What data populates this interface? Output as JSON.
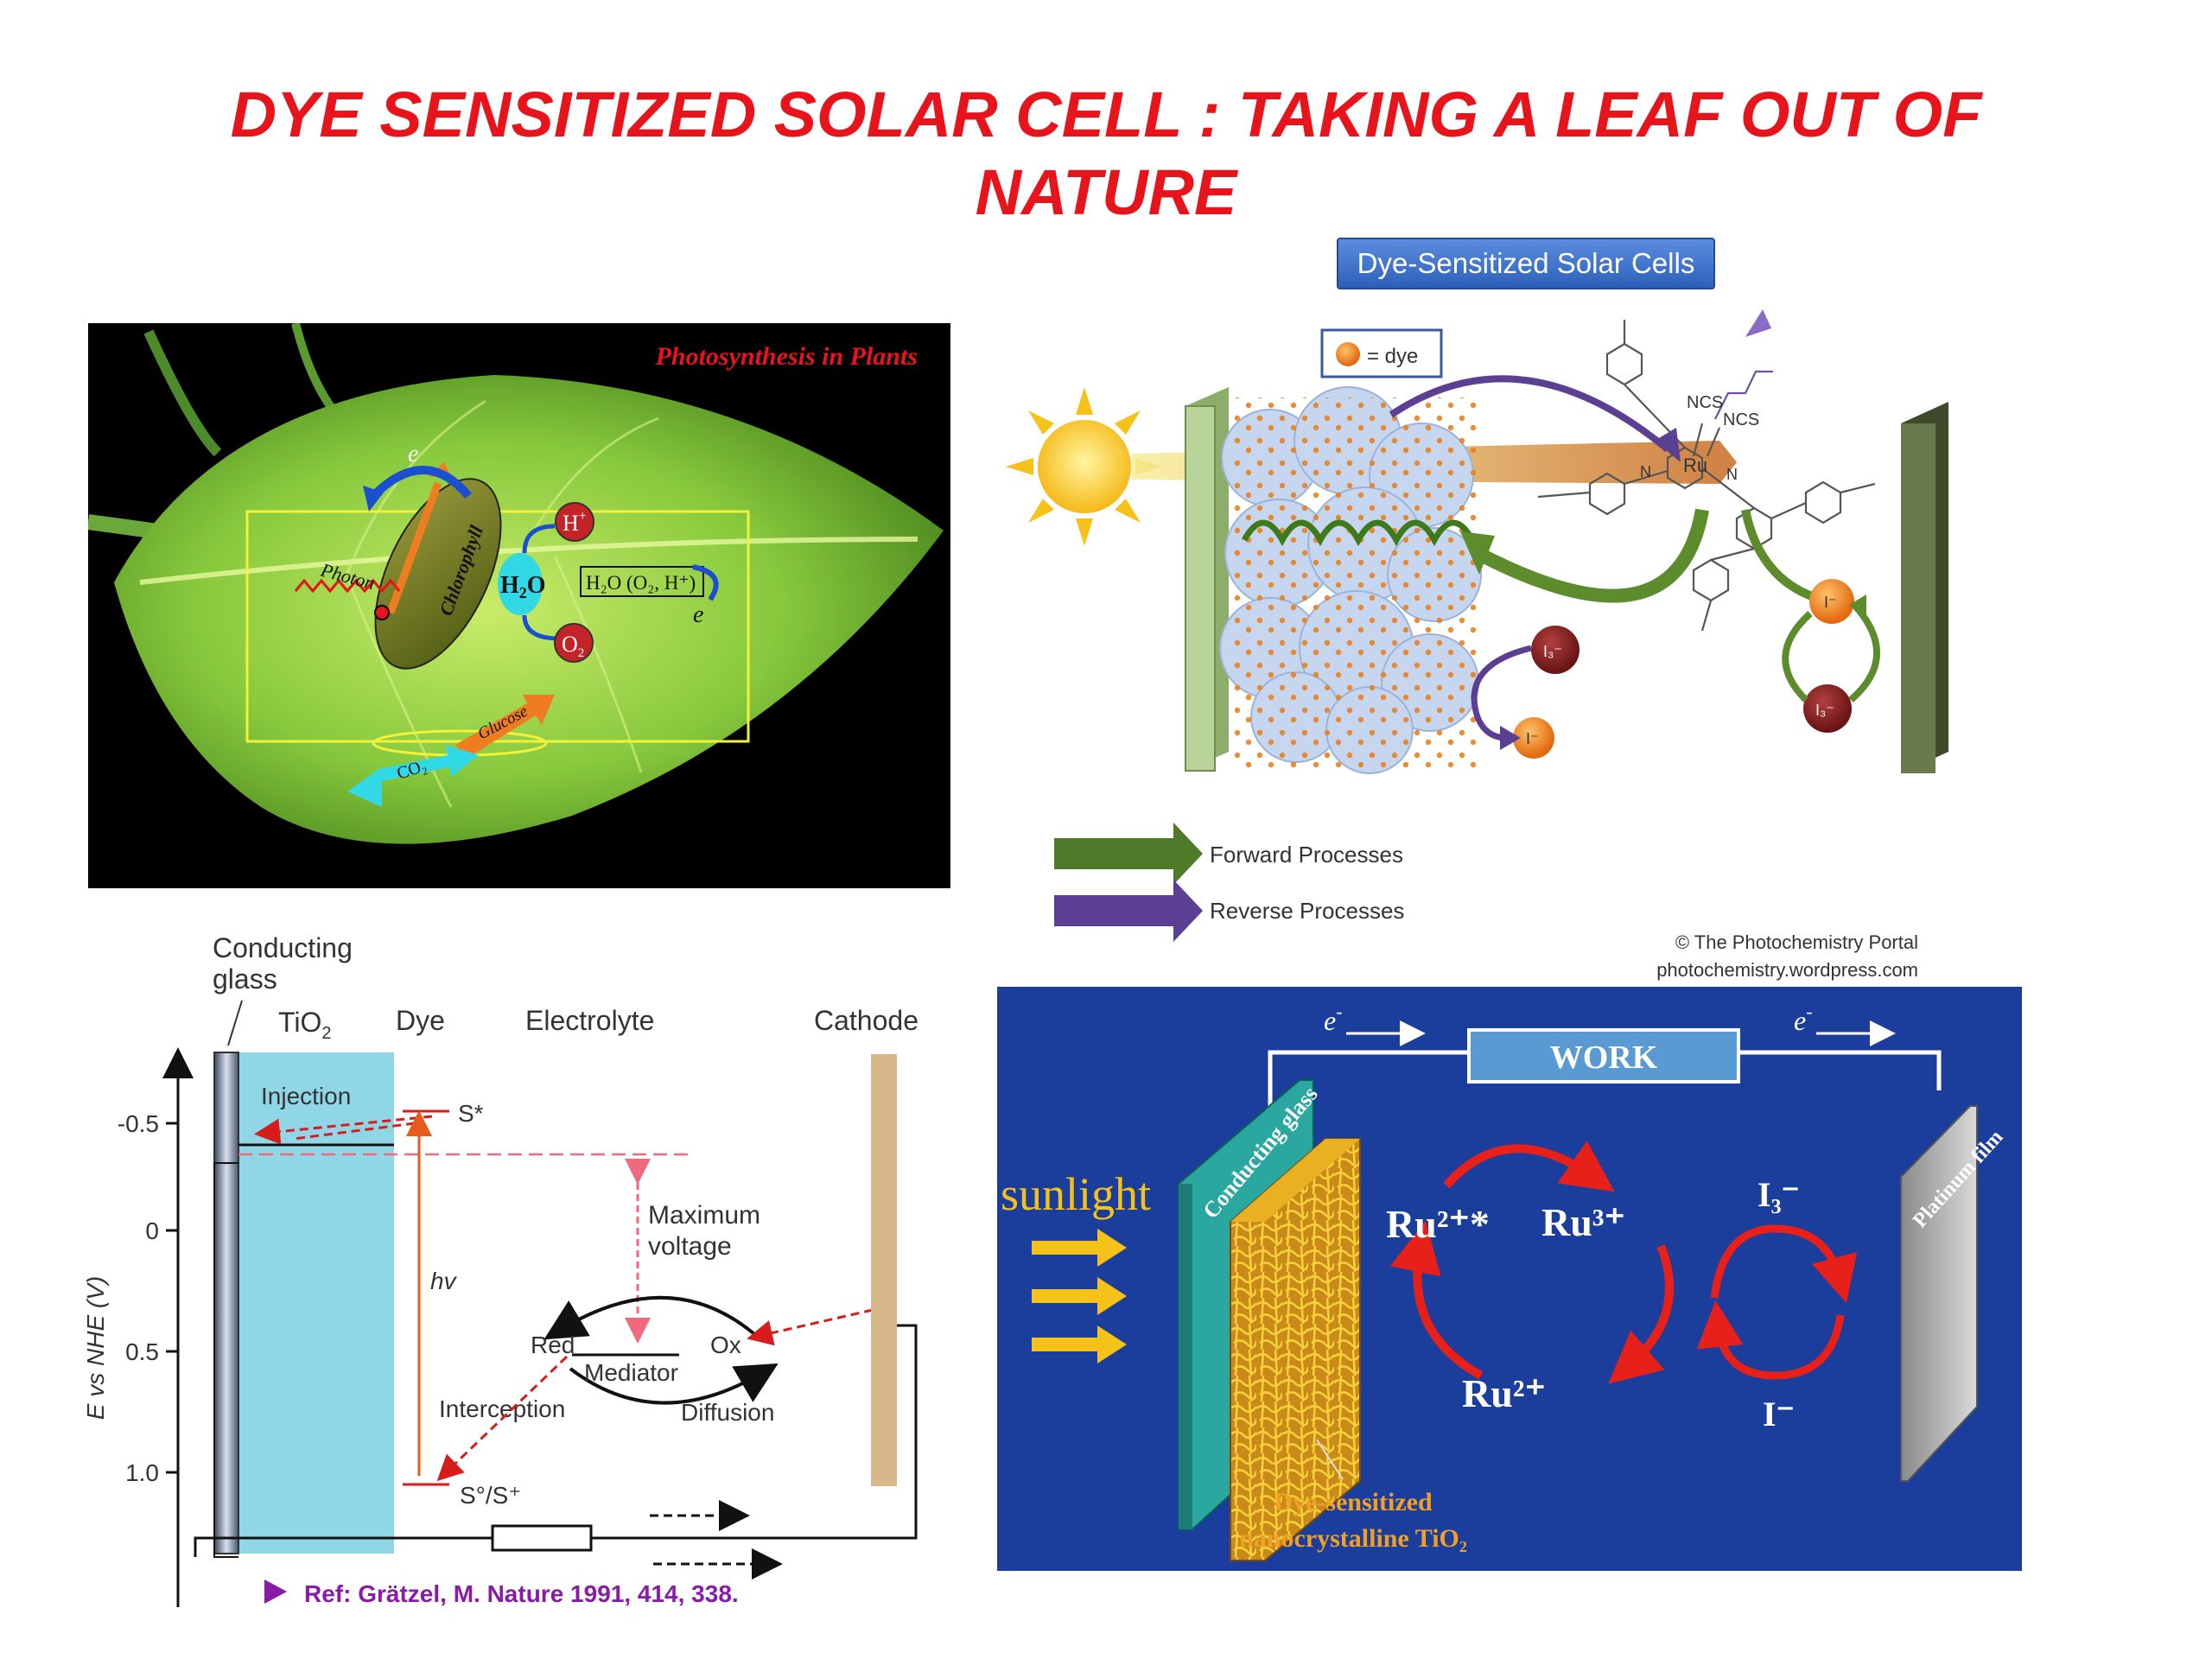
{
  "slide": {
    "title": "DYE SENSITIZED SOLAR CELL : TAKING A LEAF OUT OF NATURE"
  },
  "leaf_panel": {
    "title": "Photosynthesis in Plants",
    "electron_top": "e",
    "photon": "Photon",
    "chlorophyll": "Chlorophyll",
    "h_plus": "H",
    "h2o": "H",
    "o2": "O",
    "box": "H₂O (O₂, H⁺)",
    "electron_right": "e",
    "glucose": "Glucose",
    "co2": "CO₂"
  },
  "dssc_panel": {
    "header": "Dye-Sensitized Solar Cells",
    "legend_dye": "= dye",
    "ncs1": "NCS",
    "ncs2": "NCS",
    "ru": "Ru",
    "n1": "N",
    "n2": "N",
    "i3_left": "I₃⁻",
    "i_left": "I⁻",
    "i_right": "I⁻",
    "i3_right": "I₃⁻",
    "forward": "Forward Processes",
    "reverse": "Reverse Processes",
    "credit1": "© The Photochemistry Portal",
    "credit2": "photochemistry.wordpress.com"
  },
  "energy_panel": {
    "conducting_glass_1": "Conducting",
    "conducting_glass_2": "glass",
    "tio2": "TiO",
    "dye": "Dye",
    "electrolyte": "Electrolyte",
    "cathode": "Cathode",
    "injection": "Injection",
    "s_star": "S*",
    "hv": "hv",
    "max_voltage_1": "Maximum",
    "max_voltage_2": "voltage",
    "red": "Red",
    "mediator": "Mediator",
    "ox": "Ox",
    "interception": "Interception",
    "diffusion": "Diffusion",
    "s0": "S°/S⁺",
    "yaxis": "E vs NHE (V)",
    "ticks": [
      "-0.5",
      "0",
      "0.5",
      "1.0"
    ],
    "reference": "Ref: Grätzel, M. Nature 1991, 414, 338."
  },
  "work_panel": {
    "e_left": "e",
    "e_right": "e",
    "work": "WORK",
    "sunlight": "sunlight",
    "conducting_glass": "Conducting glass",
    "ru_star": "Ru²⁺*",
    "ru3": "Ru³⁺",
    "ru2": "Ru²⁺",
    "i3": "I₃⁻",
    "i": "I⁻",
    "platinum": "Platinum film",
    "dye_label_1": "Dye-sensitized",
    "dye_label_2": "nanocrystalline TiO₂"
  },
  "colors": {
    "title": "#e8141b",
    "leaf": "#7fc241",
    "work_bg": "#1b3d9c",
    "tio2_blue": "#8fd6e6",
    "dye_orange": "#ee8a22",
    "reference_purple": "#8a1aa8"
  }
}
